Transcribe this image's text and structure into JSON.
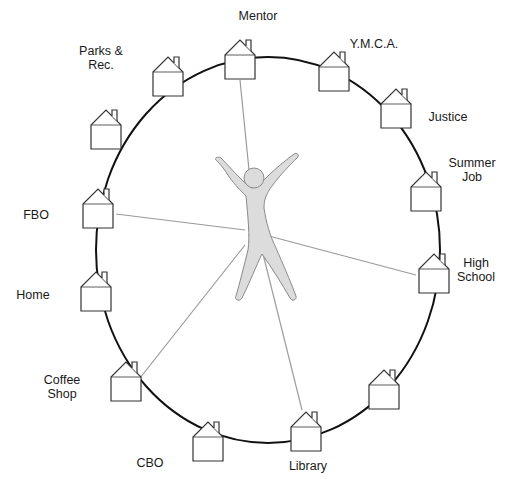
{
  "diagram": {
    "nodes": [
      {
        "text": [
          "Mentor"
        ]
      },
      {
        "text": [
          "Y.M.C.A."
        ]
      },
      {
        "text": [
          "Justice"
        ]
      },
      {
        "text": [
          "Summer Job"
        ]
      },
      {
        "text": [
          "High School"
        ]
      },
      {
        "text": [
          "Library"
        ]
      },
      {
        "text": [
          "CBO"
        ]
      },
      {
        "text": [
          "Coffee Shop"
        ]
      },
      {
        "text": [
          "Home"
        ]
      },
      {
        "text": [
          "FBO"
        ]
      },
      {
        "text": [
          "Parks & Rec."
        ]
      }
    ]
  }
}
